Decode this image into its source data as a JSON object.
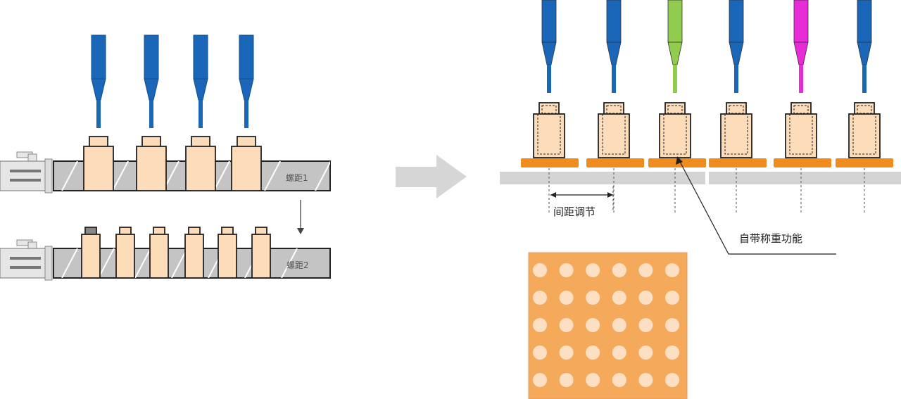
{
  "labels": {
    "pitch1": "螺距1",
    "pitch2": "螺距2",
    "spacing_adjust": "间距调节",
    "weighing": "自带称重功能"
  },
  "colors": {
    "nozzle_blue": "#1a66b8",
    "nozzle_green": "#92cc4e",
    "nozzle_magenta": "#e62bd7",
    "container_fill": "#fddcba",
    "rail_gray": "#c4c4c4",
    "motor_gray": "#e6e6e6",
    "tray_orange": "#f08c1e",
    "plate_orange": "#f5a95a",
    "well_color": "#fde0c4",
    "conveyor_gray": "#d4d4d4",
    "arrow_gray": "#d6d6d6"
  },
  "right_nozzles": [
    "blue",
    "blue",
    "green",
    "blue",
    "magenta",
    "blue"
  ],
  "well_plate": {
    "rows": 5,
    "cols": 6
  },
  "rail_top_container_count": 4,
  "rail_bottom_container_count": 6
}
